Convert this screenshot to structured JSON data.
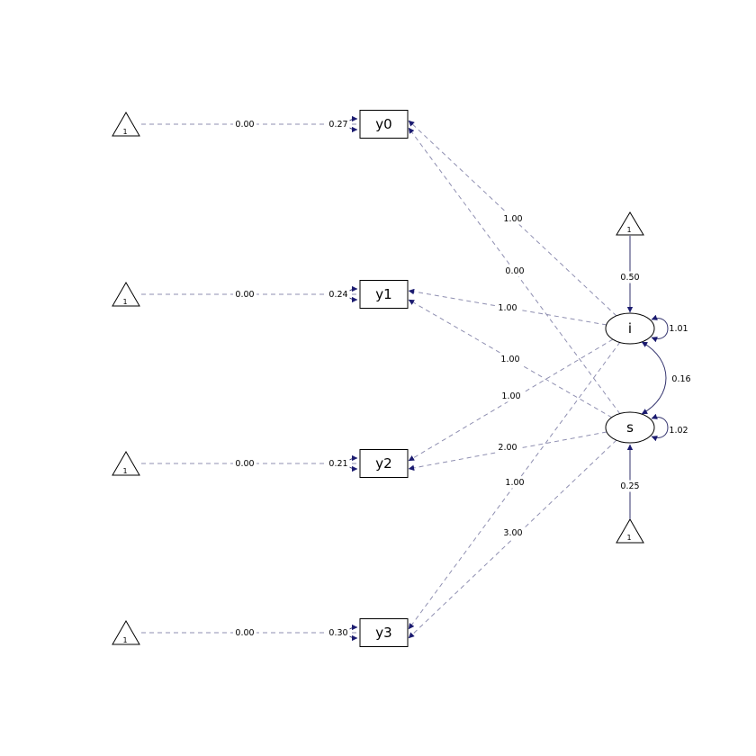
{
  "diagram": {
    "type": "sem-latent-growth-path-diagram",
    "observed_vars": [
      {
        "label": "y0",
        "residual_variance": "0.27",
        "intercept": "0.00",
        "constant": "1"
      },
      {
        "label": "y1",
        "residual_variance": "0.24",
        "intercept": "0.00",
        "constant": "1"
      },
      {
        "label": "y2",
        "residual_variance": "0.21",
        "intercept": "0.00",
        "constant": "1"
      },
      {
        "label": "y3",
        "residual_variance": "0.30",
        "intercept": "0.00",
        "constant": "1"
      }
    ],
    "latent_vars": [
      {
        "label": "i",
        "variance": "1.01",
        "mean": "0.50",
        "constant": "1"
      },
      {
        "label": "s",
        "variance": "1.02",
        "mean": "0.25",
        "constant": "1"
      }
    ],
    "loadings": {
      "i": [
        "1.00",
        "1.00",
        "1.00",
        "1.00"
      ],
      "s": [
        "0.00",
        "1.00",
        "2.00",
        "3.00"
      ]
    },
    "covariance_is": "0.16",
    "colors": {
      "arrowhead": "#1b1b70",
      "dashed_edge": "#8f8fb1",
      "solid_edge": "#33336e"
    }
  }
}
